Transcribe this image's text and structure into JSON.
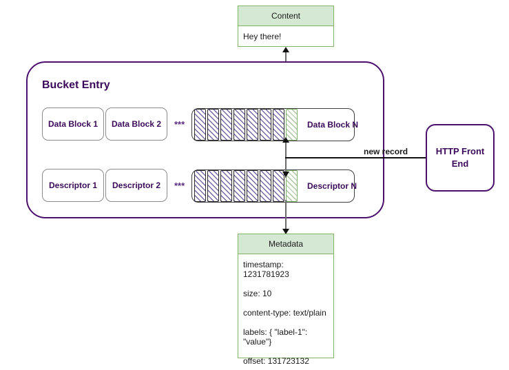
{
  "diagram": {
    "title": "Bucket Entry storage diagram",
    "colors": {
      "entry_border": "#4b0f6e",
      "green_header": "#d5e8d4",
      "green_border": "#82b366",
      "label_purple": "#3b0a5a",
      "slice_hatch": "#7060a0",
      "new_slice": "#7fb069"
    }
  },
  "content_box": {
    "header": "Content",
    "body": "Hey there!"
  },
  "metadata_box": {
    "header": "Metadata",
    "lines": [
      "timestamp: 1231781923",
      "size: 10",
      "content-type: text/plain",
      "labels: { \"label-1\": \"value\"}",
      "offset: 131723132"
    ]
  },
  "bucket_entry": {
    "title": "Bucket Entry",
    "data_row": {
      "blocks": [
        "Data Block 1",
        "Data Block 2"
      ],
      "ellipsis": "***",
      "n_block_label": "Data Block N",
      "slice_count": 7,
      "new_slice_count": 1
    },
    "descriptor_row": {
      "blocks": [
        "Descriptor 1",
        "Descriptor 2"
      ],
      "ellipsis": "***",
      "n_block_label": "Descriptor N",
      "slice_count": 7,
      "new_slice_count": 1
    }
  },
  "http_front_end": {
    "label": "HTTP Front\nEnd",
    "line1": "HTTP Front",
    "line2": "End"
  },
  "connectors": {
    "new_record_label": "new record"
  }
}
